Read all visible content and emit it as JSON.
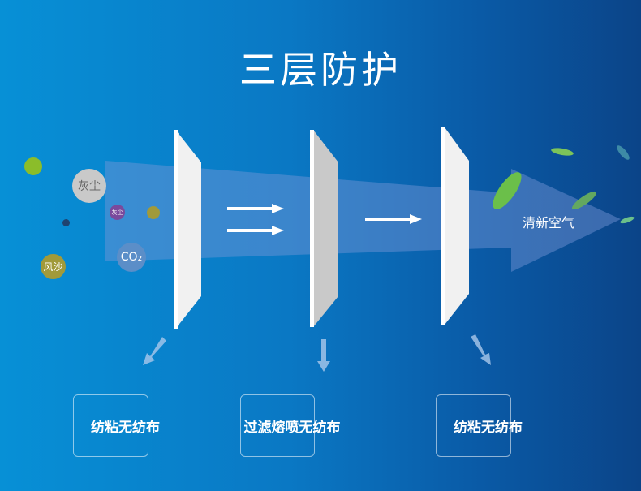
{
  "title": "三层防护",
  "particles": {
    "dust_large": "灰尘",
    "dust_small": "灰尘",
    "co2": "CO₂",
    "sand": "风沙"
  },
  "output_label": "清新空气",
  "layers": [
    {
      "label": "纺粘无纺布"
    },
    {
      "label": "过滤熔喷无纺布"
    },
    {
      "label": "纺粘无纺布"
    }
  ],
  "colors": {
    "bg_left": "#0790d6",
    "bg_right": "#0b4488",
    "leaf": "#6bbf4a"
  }
}
